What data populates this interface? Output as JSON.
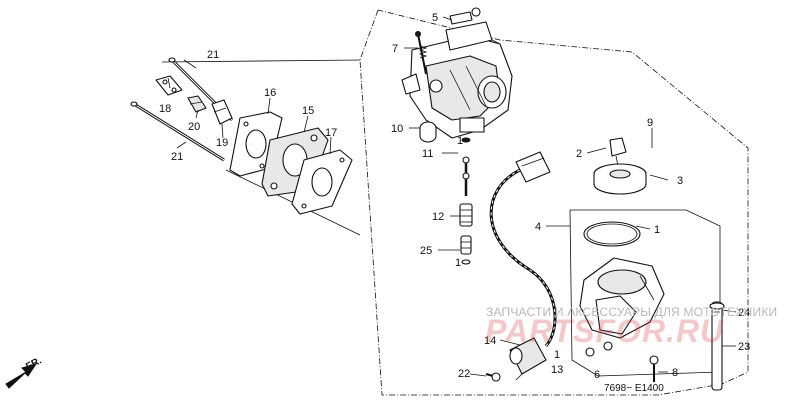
{
  "callouts": {
    "c1": "1",
    "c1b": "1",
    "c1c": "1",
    "c1d": "1",
    "c2": "2",
    "c3": "3",
    "c4": "4",
    "c5": "5",
    "c6": "6",
    "c7": "7",
    "c8": "8",
    "c9": "9",
    "c10": "10",
    "c11": "11",
    "c12": "12",
    "c13": "13",
    "c14": "14",
    "c15": "15",
    "c16": "16",
    "c17": "17",
    "c18": "18",
    "c19": "19",
    "c20": "20",
    "c21a": "21",
    "c21b": "21",
    "c22": "22",
    "c23": "23",
    "c24": "24",
    "c25": "25"
  },
  "direction_label": "FR.",
  "diagram_code": "7698− E1400",
  "watermark": {
    "text": "ЗАПЧАСТИ И АКСЕССУАРЫ ДЛЯ МОТОТЕХНИКИ",
    "logo": "PARTSFOR.RU"
  },
  "colors": {
    "ink": "#111111",
    "watermark": "#d8383c"
  }
}
